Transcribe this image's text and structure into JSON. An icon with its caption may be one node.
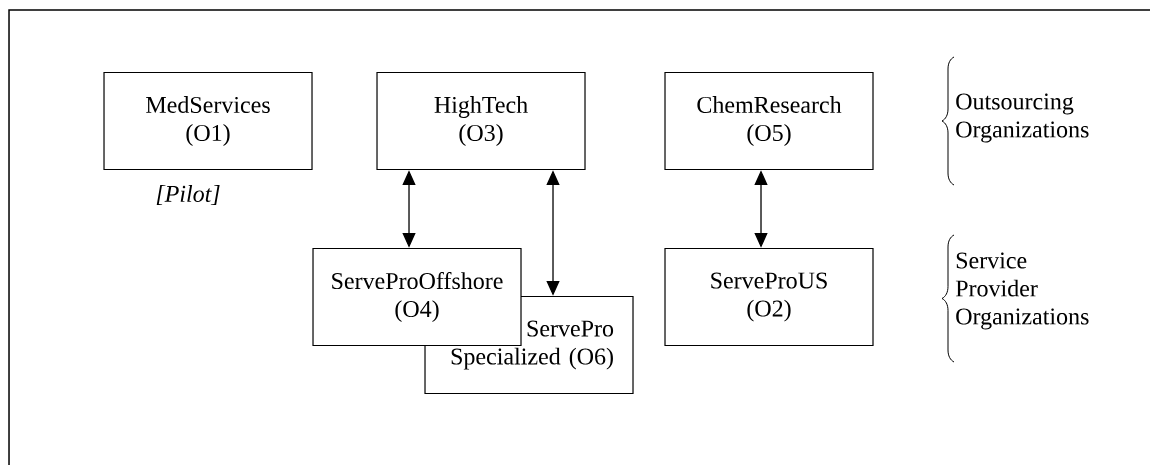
{
  "diagram": {
    "nodes": [
      {
        "text": [
          "MedServices (O1)"
        ],
        "beside": [
          "[Pilot]"
        ]
      },
      {
        "text": [
          "HighTech (O3)"
        ]
      },
      {
        "text": [
          "ChemResearch (O5)"
        ]
      },
      {
        "text": [
          "ServeProOffshore (O4)"
        ]
      },
      {
        "text": [
          "ServePro Specialized (O6)"
        ]
      },
      {
        "text": [
          "ServeProUS (O2)"
        ]
      }
    ],
    "edges": [
      {
        "from": 1,
        "to": 3,
        "arrow": "both"
      },
      {
        "from": 1,
        "to": 4,
        "arrow": "both"
      },
      {
        "from": 2,
        "to": 5,
        "arrow": "both"
      }
    ],
    "labels": [
      "Outsourcing Organizations",
      "Service Provider Organizations"
    ]
  }
}
